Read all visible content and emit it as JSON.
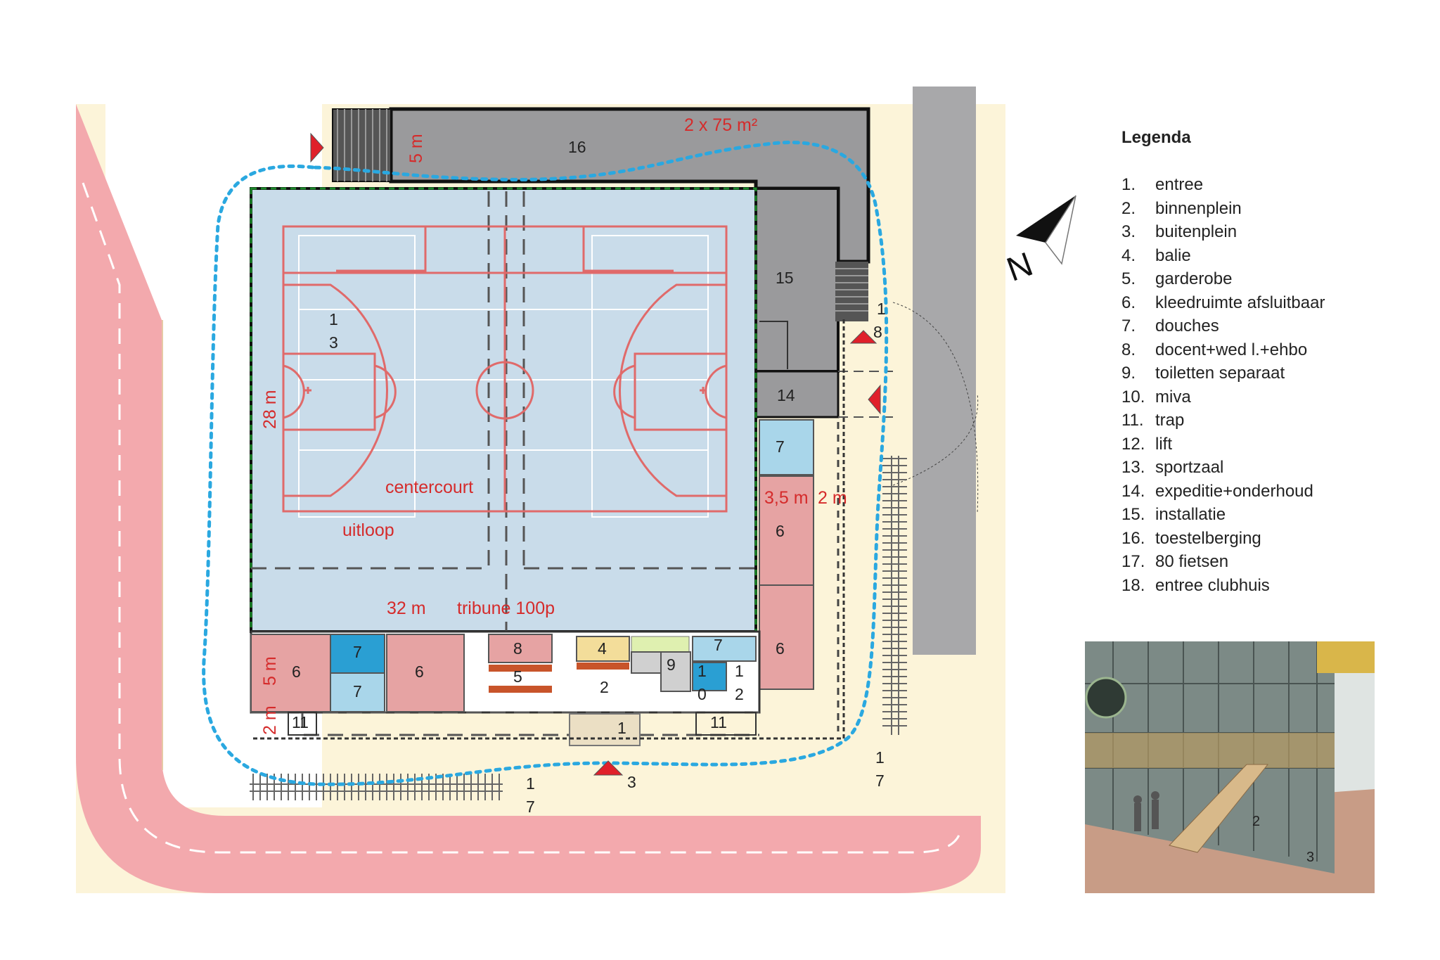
{
  "legend": {
    "title": "Legenda",
    "items": [
      {
        "num": "1.",
        "label": "entree"
      },
      {
        "num": "2.",
        "label": "binnenplein"
      },
      {
        "num": "3.",
        "label": "buitenplein"
      },
      {
        "num": "4.",
        "label": "balie"
      },
      {
        "num": "5.",
        "label": "garderobe"
      },
      {
        "num": "6.",
        "label": "kleedruimte afsluitbaar"
      },
      {
        "num": "7.",
        "label": "douches"
      },
      {
        "num": "8.",
        "label": "docent+wed l.+ehbo"
      },
      {
        "num": "9.",
        "label": "toiletten separaat"
      },
      {
        "num": "10.",
        "label": "miva"
      },
      {
        "num": "11.",
        "label": "trap"
      },
      {
        "num": "12.",
        "label": "lift"
      },
      {
        "num": "13.",
        "label": "sportzaal"
      },
      {
        "num": "14.",
        "label": "expeditie+onderhoud"
      },
      {
        "num": "15.",
        "label": "installatie"
      },
      {
        "num": "16.",
        "label": "toestelberging"
      },
      {
        "num": "17.",
        "label": "80 fietsen"
      },
      {
        "num": "18.",
        "label": "entree clubhuis"
      }
    ]
  },
  "plan": {
    "dims": {
      "storage_area": "2 x 75 m²",
      "storage_depth": "5 m",
      "hall_width": "32 m",
      "hall_depth": "28 m",
      "tribune": "tribune 100p",
      "changing_depth": "5 m",
      "corridor": "2 m",
      "side_width": "3,5 m",
      "side_corridor": "2 m"
    },
    "zones": {
      "centercourt": "centercourt",
      "uitloop": "uitloop"
    },
    "room_numbers": {
      "r16": "16",
      "r15": "15",
      "r14": "14",
      "r13a": "1",
      "r13b": "3",
      "r7_side": "7",
      "r6_side_top": "6",
      "r6_side_bottom": "6",
      "r6_left": "6",
      "r7_a": "7",
      "r7_b": "7",
      "r6_mid": "6",
      "r8": "8",
      "r5": "5",
      "r4": "4",
      "r7_c": "7",
      "r9": "9",
      "r12a": "1",
      "r10a": "1",
      "r12b": "2",
      "r10b": "0",
      "r2": "2",
      "r1": "1",
      "r11_left": "11",
      "r11_right": "11",
      "r18a": "1",
      "r18b": "8",
      "r17_bottom_a": "1",
      "r17_bottom_b": "7",
      "r17_right_a": "1",
      "r17_right_b": "7",
      "r3": "3"
    },
    "north_label": "N",
    "render_labels": {
      "binnenplein": "2",
      "buitenplein": "3"
    }
  },
  "colors": {
    "court": "#c9dcea",
    "court_lines": "#e06a6a",
    "changing_room": "#e6a3a3",
    "shower": "#a9d6ea",
    "storage": "#9a9a9c",
    "ground": "#fcf4d9",
    "track": "#f3a9ad",
    "route": "#2aa8e0",
    "entrance_marker": "#e0202a",
    "dimension_text": "#d52b2b"
  }
}
